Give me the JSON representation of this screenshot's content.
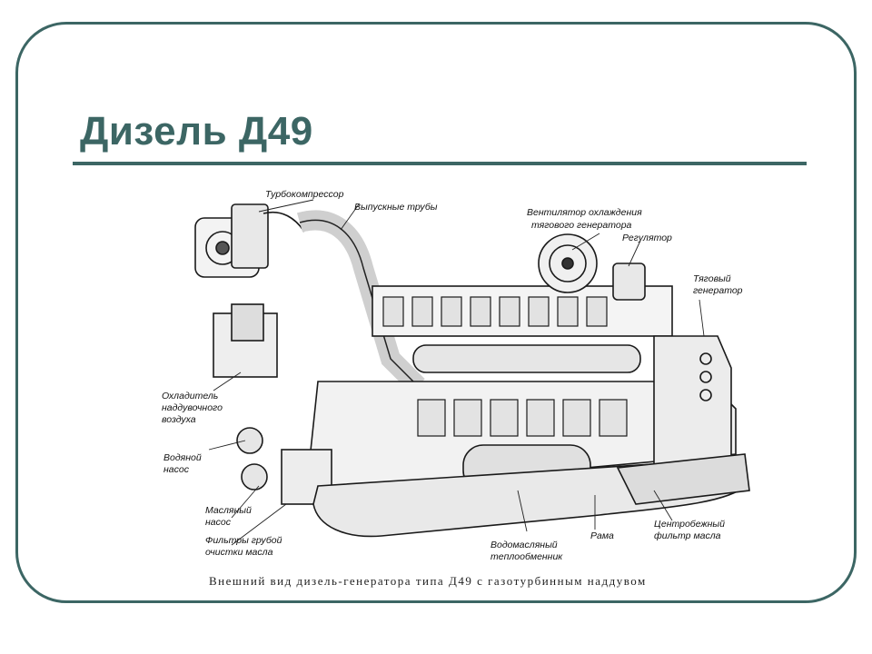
{
  "slide": {
    "title": "Дизель Д49",
    "caption": "Внешний вид дизель-генератора типа Д49 с газотурбинным наддувом"
  },
  "labels": {
    "turbo": "Турбокомпрессор",
    "exhaust": "Выпускные трубы",
    "fan_l1": "Вентилятор охлаждения",
    "fan_l2": "тягового генератора",
    "regulator": "Регулятор",
    "gen_l1": "Тяговый",
    "gen_l2": "генератор",
    "cooler_l1": "Охладитель",
    "cooler_l2": "наддувочного",
    "cooler_l3": "воздуха",
    "water_l1": "Водяной",
    "water_l2": "насос",
    "oil_l1": "Масляный",
    "oil_l2": "насос",
    "filter_l1": "Фильтры грубой",
    "filter_l2": "очистки масла",
    "exch_l1": "Водомасляный",
    "exch_l2": "теплообменник",
    "frame": "Рама",
    "cfilter_l1": "Центробежный",
    "cfilter_l2": "фильтр масла"
  },
  "colors": {
    "accent": "#3c6664",
    "ink": "#111111"
  }
}
